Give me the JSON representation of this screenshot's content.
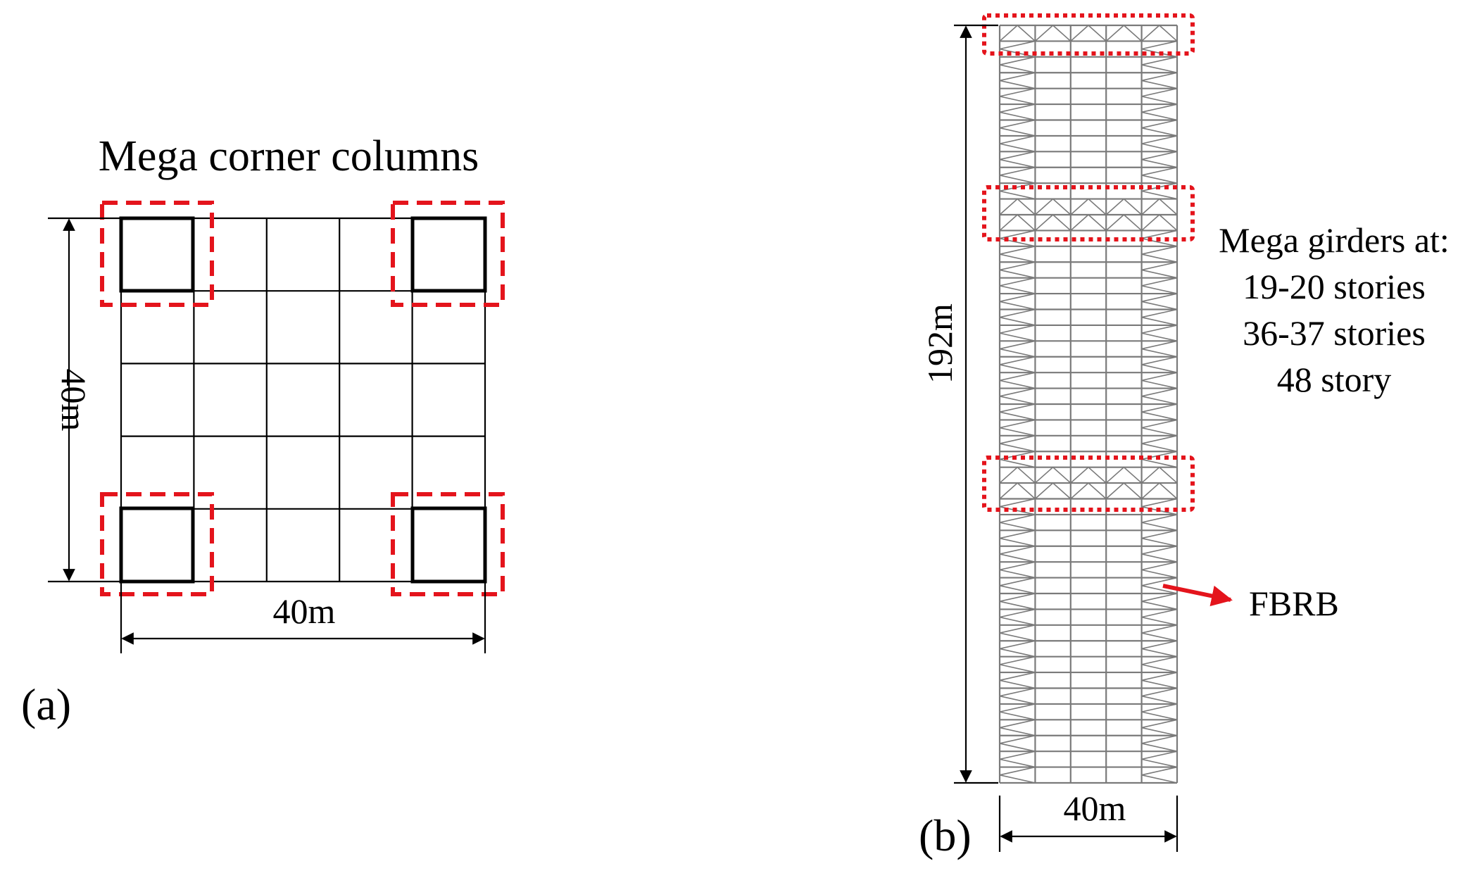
{
  "panel_a": {
    "label": "(a)",
    "title": "Mega corner columns",
    "width_dim": "40m",
    "height_dim": "40m",
    "grid_divisions": 5
  },
  "panel_b": {
    "label": "(b)",
    "height_dim": "192m",
    "width_dim": "40m",
    "story_count": 48,
    "bays": 5,
    "annotation_lines": [
      "Mega girders at:",
      "19-20 stories",
      "36-37 stories",
      "48 story"
    ],
    "mega_girder_stories": [
      [
        19,
        20
      ],
      [
        36,
        37
      ],
      [
        48,
        48
      ]
    ],
    "brace_label": "FBRB"
  },
  "colors": {
    "highlight": "#e4141c",
    "structure": "#000000",
    "frame": "#7a7a7a"
  }
}
